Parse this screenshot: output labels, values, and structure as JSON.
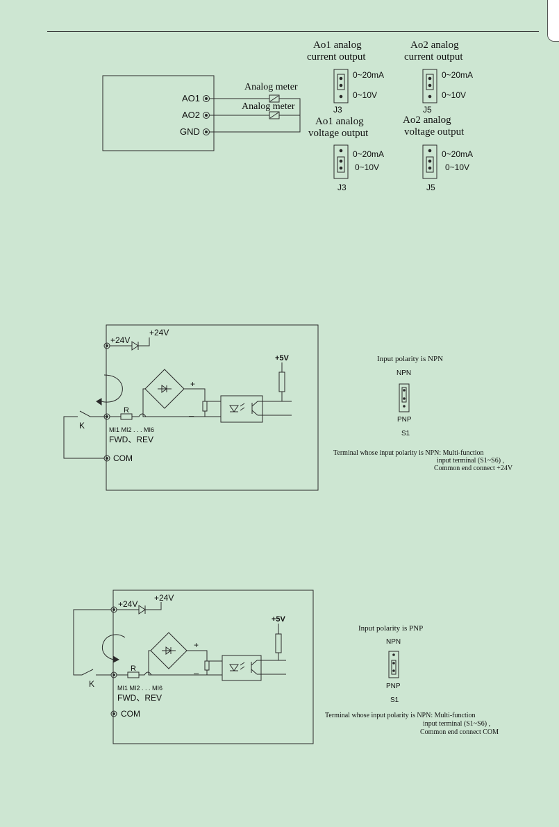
{
  "top": {
    "terminals": {
      "ao1": "AO1",
      "ao2": "AO2",
      "gnd": "GND"
    },
    "meter1": "Analog meter",
    "meter2": "Analog meter",
    "ao1_current_title": [
      "Ao1 analog",
      "current output"
    ],
    "ao2_current_title": [
      "Ao2 analog",
      "current output"
    ],
    "ao1_voltage_title": [
      "Ao1 analog",
      "voltage output"
    ],
    "ao2_voltage_title": [
      "Ao2 analog",
      "voltage output"
    ],
    "opt_current": "0~20mA",
    "opt_voltage": "0~10V",
    "j3": "J3",
    "j5": "J5"
  },
  "npn": {
    "v24_terminal": "+24V",
    "v24_diode": "+24V",
    "v5": "+5V",
    "plus": "+",
    "minus": "–",
    "r": "R",
    "k": "K",
    "mi_list": "MI1    MI2 . . .  MI6",
    "fwd_rev": "FWD、REV",
    "com": "COM",
    "polarity_title": "Input polarity is NPN",
    "npn_label": "NPN",
    "pnp_label": "PNP",
    "s1": "S1",
    "note": [
      "Terminal whose input polarity is NPN: Multi-function",
      "input terminal (S1~S6) ,",
      "Common end  connect +24V"
    ]
  },
  "pnp": {
    "v24_terminal": "+24V",
    "v24_diode": "+24V",
    "v5": "+5V",
    "plus": "+",
    "minus": "–",
    "r": "R",
    "k": "K",
    "mi_list": "MI1    MI2 . . .  MI6",
    "fwd_rev": "FWD、REV",
    "com": "COM",
    "polarity_title": "Input polarity is PNP",
    "npn_label": "NPN",
    "pnp_label": "PNP",
    "s1": "S1",
    "note": [
      "Terminal whose input polarity is NPN: Multi-function",
      "input terminal (S1~S6) ,",
      "Common end  connect COM"
    ]
  },
  "colors": {
    "background": "#cde6d2",
    "line": "#2a2a2a"
  }
}
